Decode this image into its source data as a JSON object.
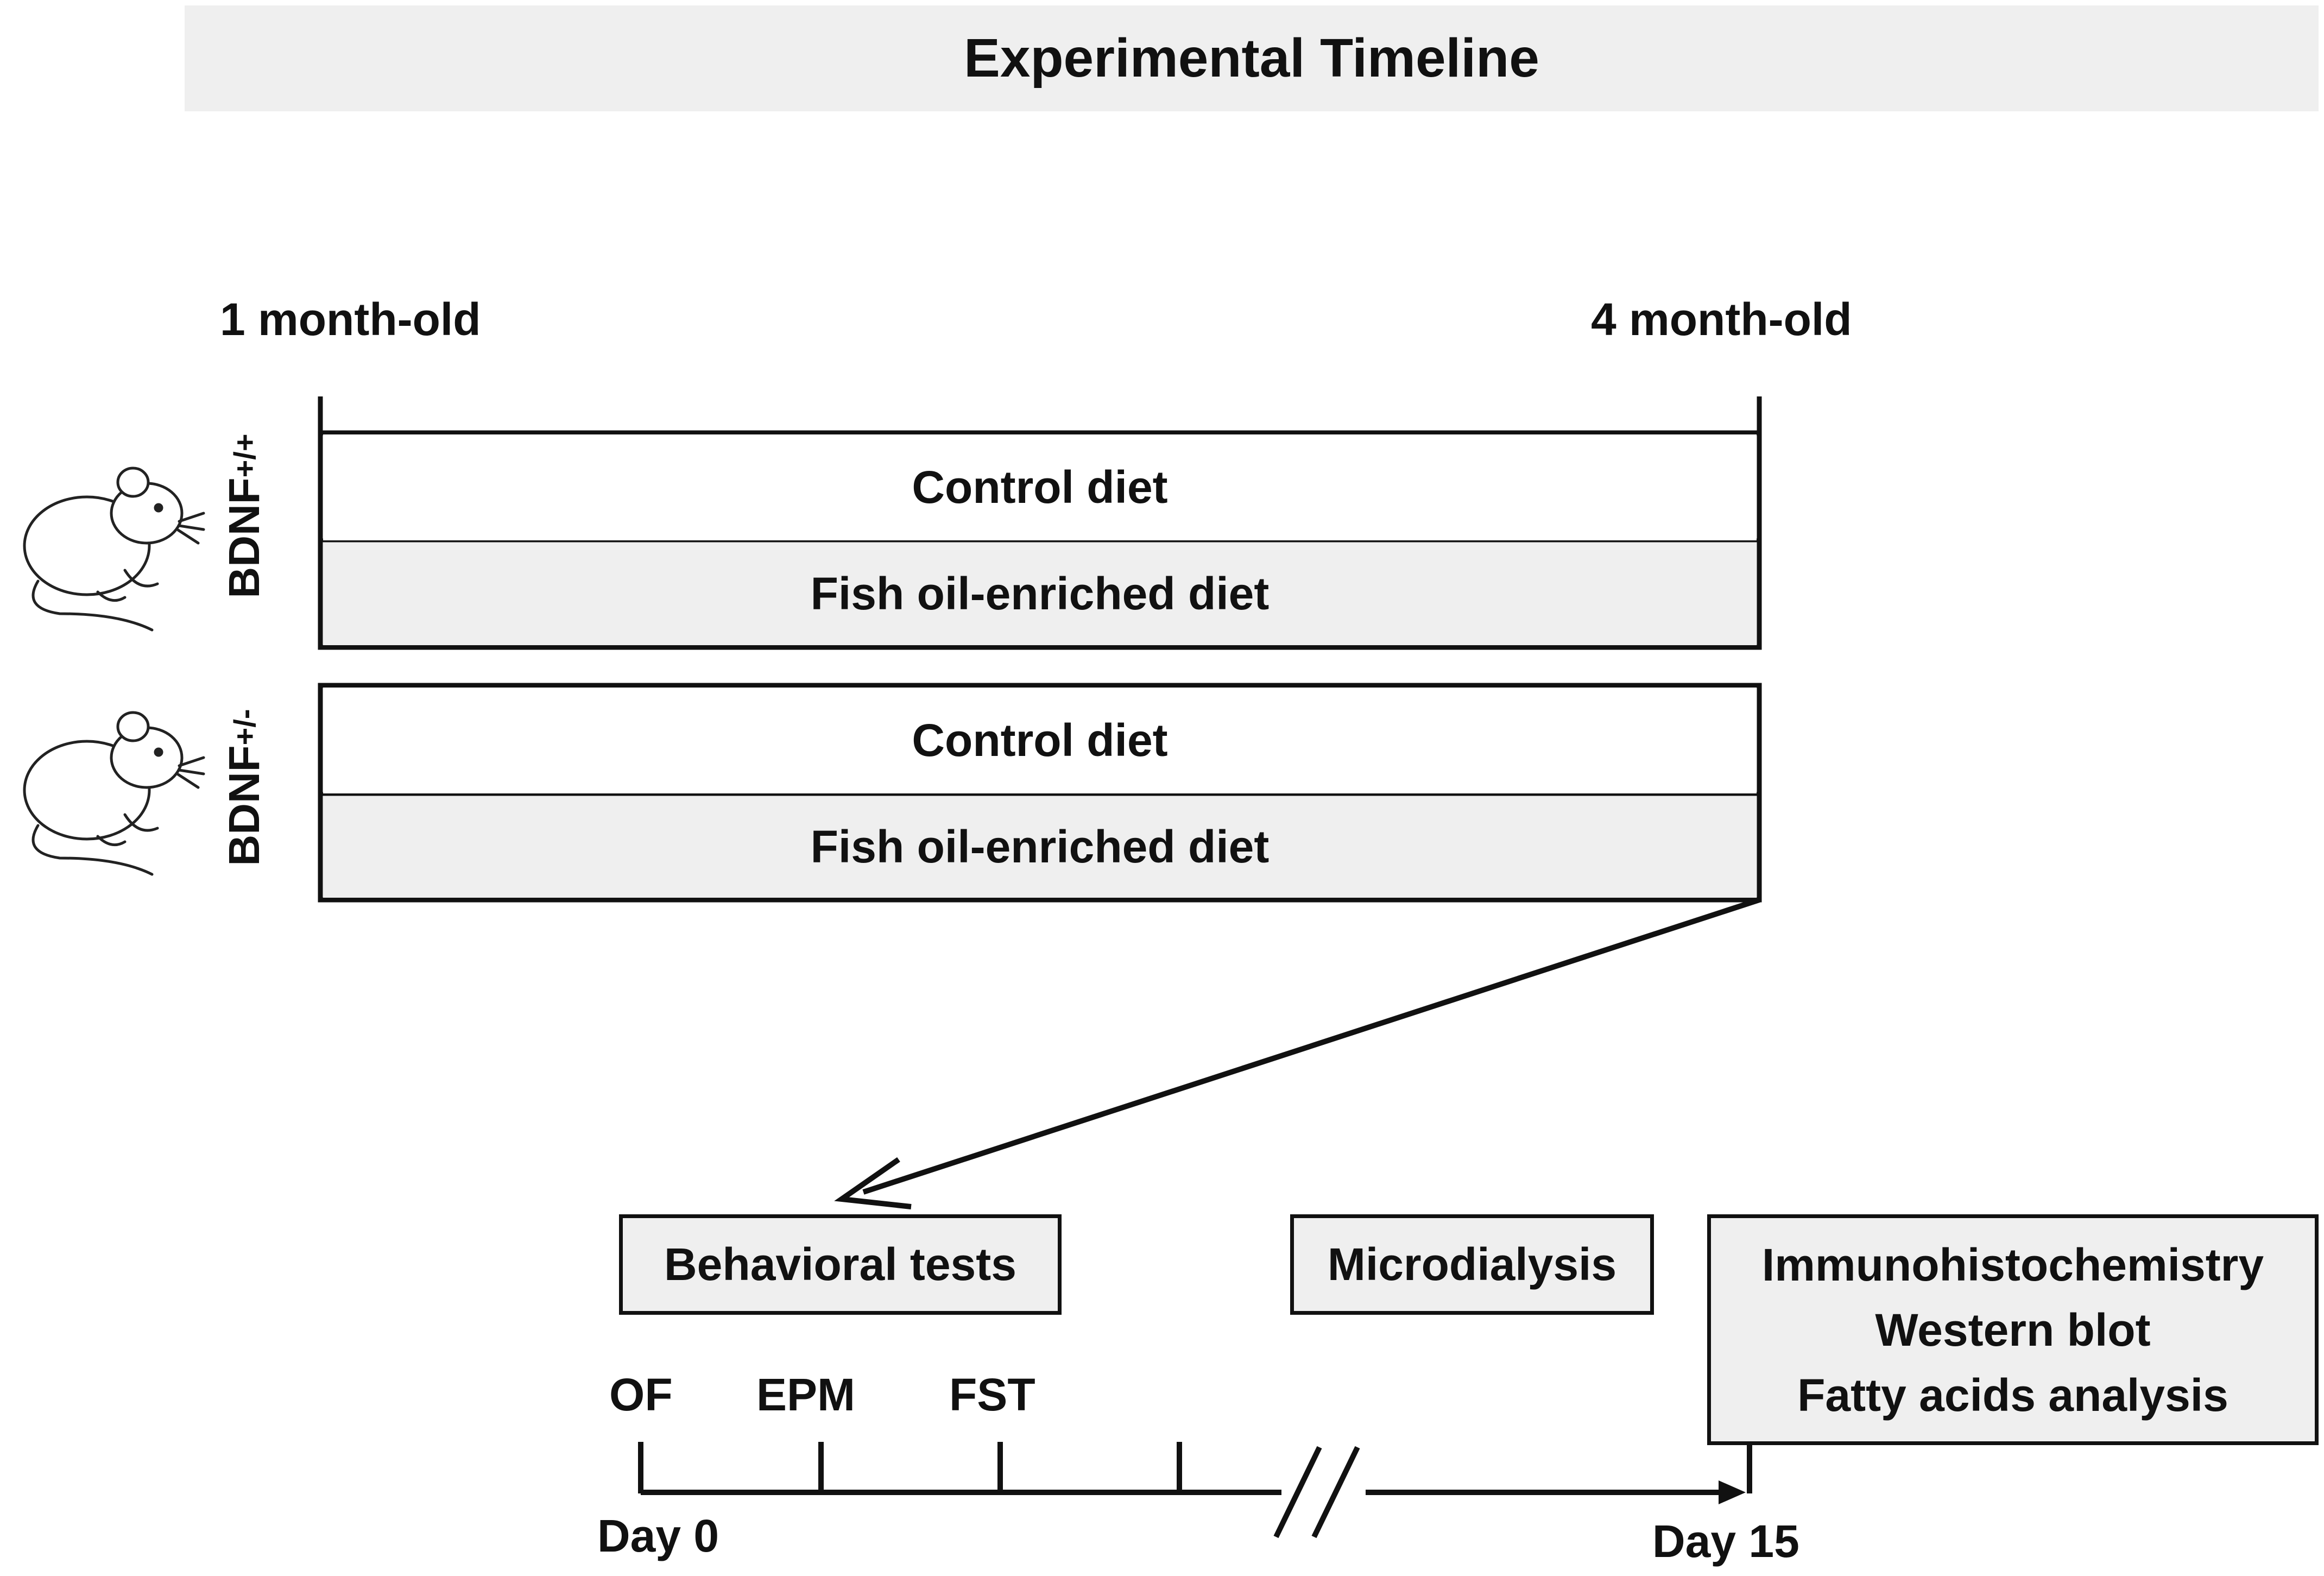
{
  "title": "Experimental Timeline",
  "age_labels": {
    "start": "1 month-old",
    "end": "4 month-old"
  },
  "groups": [
    {
      "genotype_base": "BDNF",
      "genotype_sup": "+/+",
      "diets": [
        "Control diet",
        "Fish oil-enriched diet"
      ]
    },
    {
      "genotype_base": "BDNF",
      "genotype_sup": "+/-",
      "diets": [
        "Control diet",
        "Fish oil-enriched diet"
      ]
    }
  ],
  "procedure_boxes": {
    "behavioral": "Behavioral tests",
    "microdialysis": "Microdialysis",
    "final": [
      "Immunohistochemistry",
      "Western blot",
      "Fatty acids analysis"
    ]
  },
  "tests": [
    "OF",
    "EPM",
    "FST"
  ],
  "day_labels": {
    "start": "Day 0",
    "end": "Day 15"
  },
  "colors": {
    "box_fill": "#efefef",
    "line": "#111111"
  }
}
